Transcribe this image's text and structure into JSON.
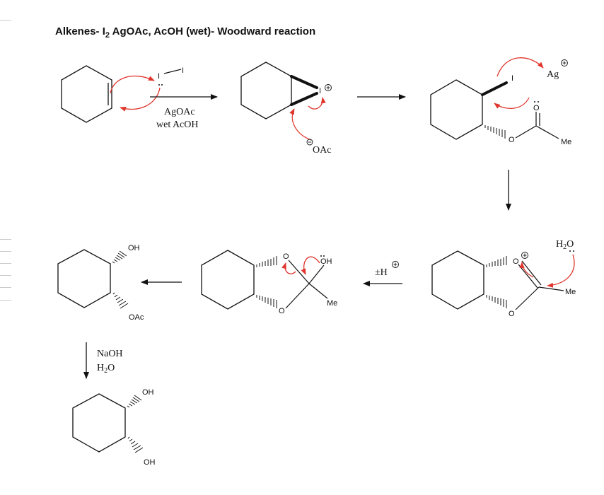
{
  "title": {
    "prefix": "Alkenes- I",
    "sub": "2",
    "suffix": " AgOAc, AcOH (wet)- Woodward reaction"
  },
  "step1": {
    "reagent_i1": "I",
    "reagent_i2": "I",
    "cond_line1": "AgOAc",
    "cond_line2": "wet AcOH"
  },
  "step2": {
    "iodonium_i": "I",
    "acetate": "OAc"
  },
  "step3": {
    "iodo": "I",
    "silver": "Ag",
    "carbonyl_o": "O",
    "ester_o": "O",
    "methyl": "Me"
  },
  "step4": {
    "water_h": "H",
    "water_sub": "2",
    "water_o": "O",
    "ring_o_top": "O",
    "ring_o_bottom": "O",
    "methyl": "Me"
  },
  "step5": {
    "proton_label": "±H",
    "ring_o_top": "O",
    "ring_o_bottom": "O",
    "hydroxyl": "OH",
    "methyl": "Me"
  },
  "step6": {
    "hydroxyl": "OH",
    "acetate": "OAc"
  },
  "step7": {
    "cond_line1": "NaOH",
    "cond_h": "H",
    "cond_sub": "2",
    "cond_o": "O",
    "hydroxyl_top": "OH",
    "hydroxyl_bottom": "OH"
  },
  "colors": {
    "ink": "#111111",
    "arrow_red": "#e0352b",
    "gutter": "#c8c8c8"
  }
}
